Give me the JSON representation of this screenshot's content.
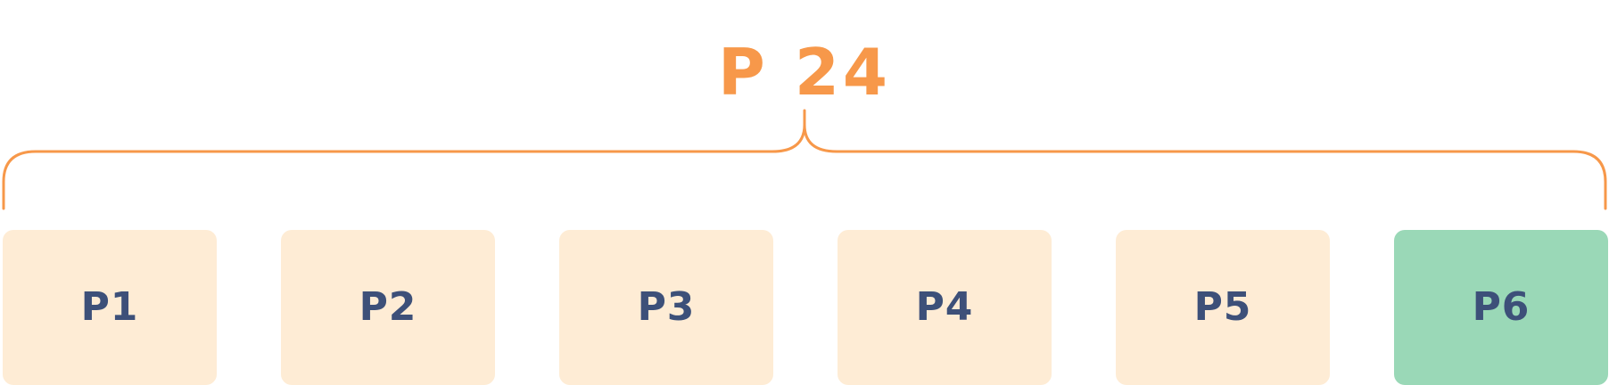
{
  "total": {
    "label": "P 24",
    "color": "#F7984A"
  },
  "items": [
    {
      "label": "P1",
      "highlighted": false
    },
    {
      "label": "P2",
      "highlighted": false
    },
    {
      "label": "P3",
      "highlighted": false
    },
    {
      "label": "P4",
      "highlighted": false
    },
    {
      "label": "P5",
      "highlighted": false
    },
    {
      "label": "P6",
      "highlighted": true
    }
  ],
  "colors": {
    "box_fill": "#FEECD5",
    "box_highlight_fill": "#9AD8B7",
    "box_text": "#3D5079",
    "brace": "#F7984A"
  }
}
